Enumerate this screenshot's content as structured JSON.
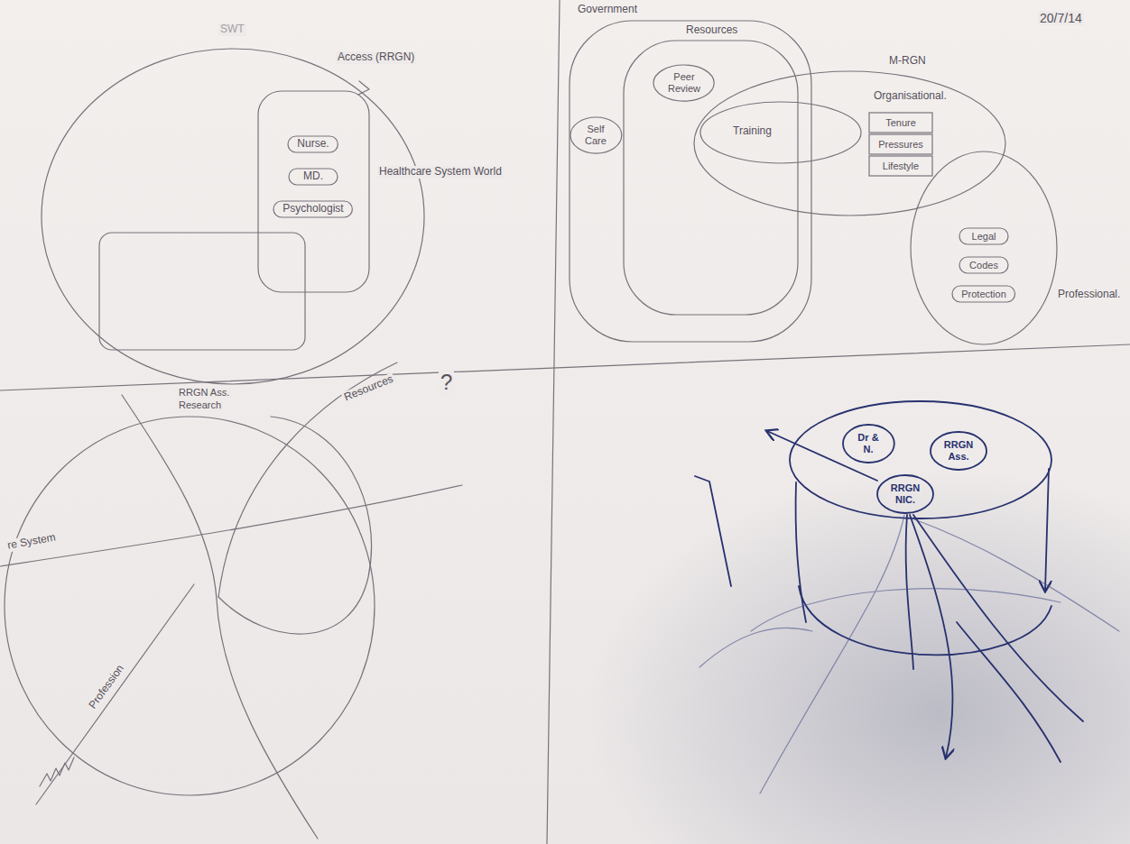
{
  "diagram": {
    "nodes": [
      {
        "text": [
          "Access (RRGN)"
        ]
      },
      {
        "text": [
          "Healthcare System World"
        ],
        "in": 0
      },
      {
        "text": [
          "Nurse."
        ],
        "in": 1
      },
      {
        "text": [
          "MD."
        ],
        "in": 1
      },
      {
        "text": [
          "Psychologist"
        ],
        "in": 1
      },
      {
        "text": [
          "Government"
        ]
      },
      {
        "text": [
          "Resources"
        ],
        "in": 5
      },
      {
        "text": [
          "Self Care"
        ],
        "in": 5
      },
      {
        "text": [
          "Peer Review"
        ],
        "in": 6
      },
      {
        "text": [
          "M-RGN",
          "Organisational."
        ]
      },
      {
        "text": [
          "Training"
        ],
        "in": 9
      },
      {
        "text": [
          "Tenure"
        ],
        "in": 9
      },
      {
        "text": [
          "Pressures"
        ],
        "in": 9
      },
      {
        "text": [
          "Lifestyle"
        ],
        "in": 9
      },
      {
        "text": [
          "Professional."
        ]
      },
      {
        "text": [
          "Legal"
        ],
        "in": 14
      },
      {
        "text": [
          "Codes"
        ],
        "in": 14
      },
      {
        "text": [
          "Protection"
        ],
        "in": 14
      },
      {
        "text": [
          "Dr & N."
        ]
      },
      {
        "text": [
          "RRGN Ass."
        ]
      },
      {
        "text": [
          "RRGN NIC."
        ]
      }
    ],
    "labels": [
      "SWT",
      "20/7/14",
      "RRGN Ass.",
      "Research",
      "Resources",
      "?",
      "re System",
      "Profession"
    ]
  }
}
